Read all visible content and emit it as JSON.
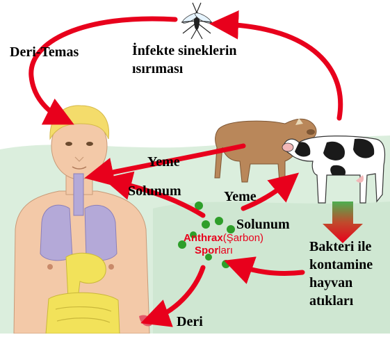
{
  "labels": {
    "skin_contact": "Deri-Temas",
    "fly_bite_line1": "İnfekte sineklerin",
    "fly_bite_line2": "ısırıması",
    "eating_human": "Yeme",
    "respiration_human": "Solunum",
    "eating_animal": "Yeme",
    "respiration_animal": "Solunum",
    "spores_part1": "Anthrax",
    "spores_part2": "(Şarbon)",
    "spores_part3": "Spor",
    "spores_part4": "ları",
    "waste_line1": "Bakteri ile",
    "waste_line2": "kontamine",
    "waste_line3": "hayvan",
    "waste_line4": "atıkları",
    "skin": "Deri"
  },
  "icons": {
    "fly": "fly-icon",
    "spores": "spore-icon",
    "human": "human-figure",
    "cow_brown": "cow-icon",
    "cow_bw": "cow-icon",
    "waste_arrow": "down-arrow-icon"
  },
  "colors": {
    "arrow_red": "#e8001c",
    "spore_green": "#2e9e2a",
    "spore_text": "#e8001c",
    "ground_green": "#dbeedd",
    "skin": "#f3c9a8",
    "hair": "#f4dc6b",
    "lungs": "#b4a9d8",
    "stomach": "#f2e25a"
  }
}
